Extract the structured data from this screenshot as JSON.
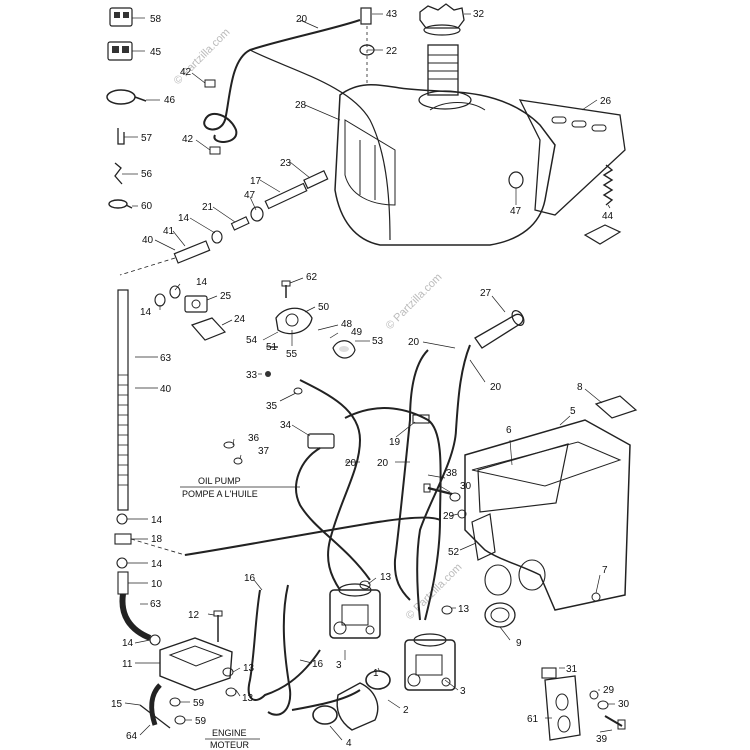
{
  "labels": {
    "oil_pump": "OIL PUMP",
    "pompe": "POMPE A L'HUILE",
    "engine": "ENGINE",
    "moteur": "MOTEUR"
  },
  "watermark": "© Partzilla.com",
  "callouts": {
    "c58": "58",
    "c45": "45",
    "c46": "46",
    "c57": "57",
    "c56": "56",
    "c60": "60",
    "c42a": "42",
    "c42b": "42",
    "c20a": "20",
    "c43": "43",
    "c22": "22",
    "c32": "32",
    "c28": "28",
    "c26": "26",
    "c23": "23",
    "c17": "17",
    "c47a": "47",
    "c21": "21",
    "c14a": "14",
    "c41": "41",
    "c40a": "40",
    "c47b": "47",
    "c44": "44",
    "c14b": "14",
    "c14c": "14",
    "c25": "25",
    "c24": "24",
    "c62": "62",
    "c50": "50",
    "c48": "48",
    "c49": "49",
    "c54": "54",
    "c51": "51",
    "c55": "55",
    "c53": "53",
    "c27": "27",
    "c20b": "20",
    "c20c": "20",
    "c63a": "63",
    "c40b": "40",
    "c33": "33",
    "c35": "35",
    "c8": "8",
    "c5": "5",
    "c34": "34",
    "c19": "19",
    "c36": "36",
    "c37": "37",
    "c20d": "20",
    "c20e": "20",
    "c6": "6",
    "c38": "38",
    "c30a": "30",
    "c29a": "29",
    "c52": "52",
    "c14d": "14",
    "c18": "18",
    "c14e": "14",
    "c10": "10",
    "c63b": "63",
    "c16a": "16",
    "c13a": "13",
    "c13b": "13",
    "c7": "7",
    "c12": "12",
    "c9": "9",
    "c14f": "14",
    "c11": "11",
    "c13c": "13",
    "c16b": "16",
    "c3a": "3",
    "c3b": "3",
    "c1": "1",
    "c15": "15",
    "c59a": "59",
    "c13d": "13",
    "c2": "2",
    "c31": "31",
    "c29b": "29",
    "c30b": "30",
    "c64": "64",
    "c59b": "59",
    "c4": "4",
    "c61": "61",
    "c39": "39"
  },
  "colors": {
    "ink": "#222222",
    "part_fill": "#f2f2f2",
    "shade": "#9a9a9a",
    "sponge": "#6e6e6e"
  }
}
